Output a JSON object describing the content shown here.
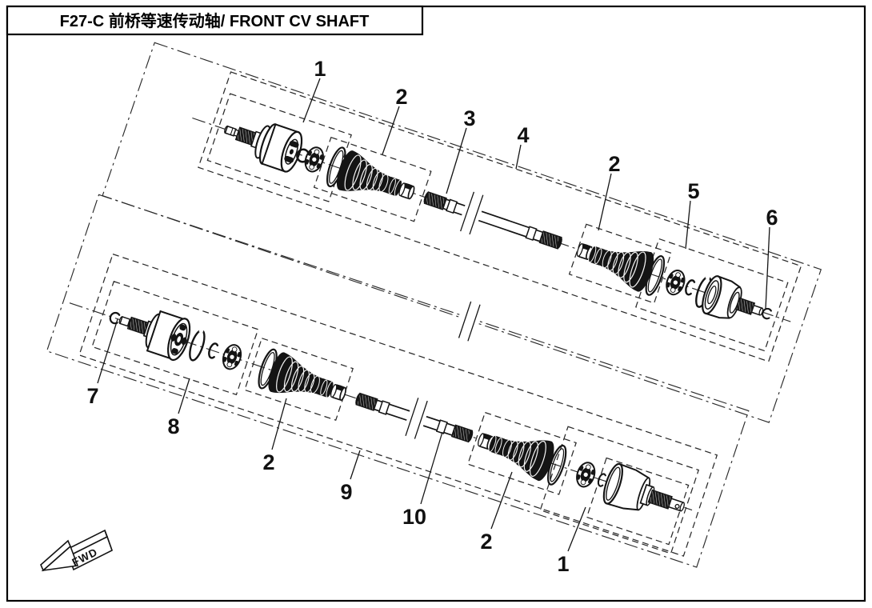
{
  "title": "F27-C 前桥等速传动轴/ FRONT CV SHAFT",
  "fwd": {
    "label": "FWD"
  },
  "callouts": [
    {
      "ref": "1"
    },
    {
      "ref": "2"
    },
    {
      "ref": "3"
    },
    {
      "ref": "4"
    },
    {
      "ref": "2"
    },
    {
      "ref": "5"
    },
    {
      "ref": "6"
    },
    {
      "ref": "7"
    },
    {
      "ref": "8"
    },
    {
      "ref": "2"
    },
    {
      "ref": "9"
    },
    {
      "ref": "10"
    },
    {
      "ref": "2"
    },
    {
      "ref": "1"
    }
  ],
  "colors": {
    "ink": "#141414",
    "paper": "#ffffff"
  }
}
